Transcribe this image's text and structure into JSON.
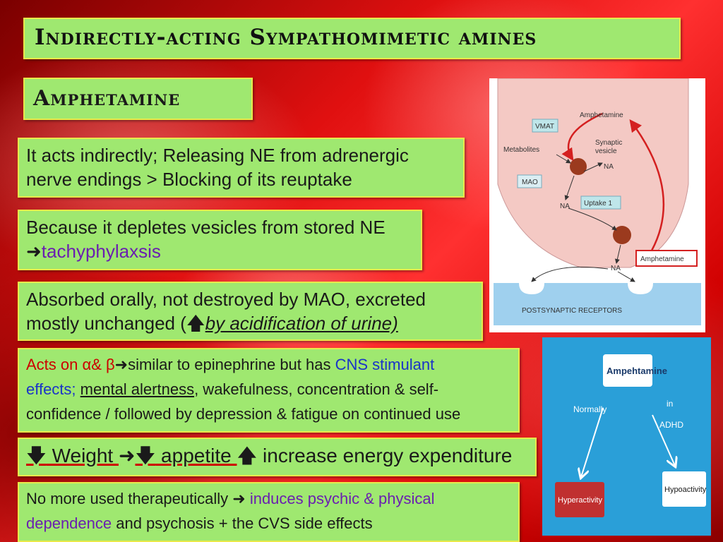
{
  "title": "Indirectly-acting Sympathomimetic amines",
  "subtitle": "Amphetamine",
  "point1": {
    "line1": "It acts indirectly; Releasing NE from adrenergic",
    "line2": "nerve endings > Blocking  of its reuptake"
  },
  "point2": {
    "line1": "Because it depletes vesicles from stored NE",
    "arrow": "➜",
    "tail": "tachyphylaxsis"
  },
  "point3": {
    "line1": "Absorbed orally, not destroyed  by MAO, excreted",
    "line2_prefix": "mostly unchanged (",
    "up_arrow": "🡅",
    "line2_em": "by acidification of urine)"
  },
  "point4": {
    "acts_on": "Acts on ",
    "alpha": "α",
    "amp": "& ",
    "beta": "β",
    "arrow": " ➜ ",
    "similar": "similar to epinephrine but  has ",
    "cns": "CNS stimulant",
    "effects": "effects;",
    "space": " ",
    "mental": "mental alertness",
    "rest1": ", wakefulness,  concentration & self-",
    "line3": "confidence  /   followed by depression & fatigue on continued use"
  },
  "point5": {
    "down1": "🡇",
    "weight": " Weight ",
    "arrow": "➜",
    "down2": " 🡇",
    "appetite": " appetite ",
    "up": "🡅",
    "rest": " increase energy expenditure"
  },
  "point6": {
    "line1": "No more used therapeutically ",
    "arrow": "➜",
    "induces": " induces psychic & physical",
    "dependence": "dependence",
    "rest": " and psychosis  + the CVS side effects"
  },
  "fig1": {
    "amphetamine_top": "Amphetamine",
    "vmat": "VMAT",
    "synaptic_vesicle_1": "Synaptic",
    "synaptic_vesicle_2": "vesicle",
    "metabolites": "Metabolites",
    "na_in_vesicle": "NA",
    "mao": "MAO",
    "na_left": "NA",
    "uptake": "Uptake 1",
    "amphetamine_box": "Amphetamine",
    "na_cleft": "NA",
    "receptors": "POSTSYNAPTIC RECEPTORS",
    "colors": {
      "terminal": "#f4c9c4",
      "receptor": "#9fd0ee",
      "arrow_red": "#d42020",
      "vesicle": "#9b3a1e"
    }
  },
  "fig2": {
    "top": "Ampehtamine",
    "normally": "Normally",
    "in": "in",
    "adhd": "ADHD",
    "left_box": "Hyperactivity",
    "right_box": "Hypoactivity",
    "colors": {
      "background": "#2a9fd8",
      "left_box": "#c03030",
      "right_box": "#ffffff"
    }
  }
}
